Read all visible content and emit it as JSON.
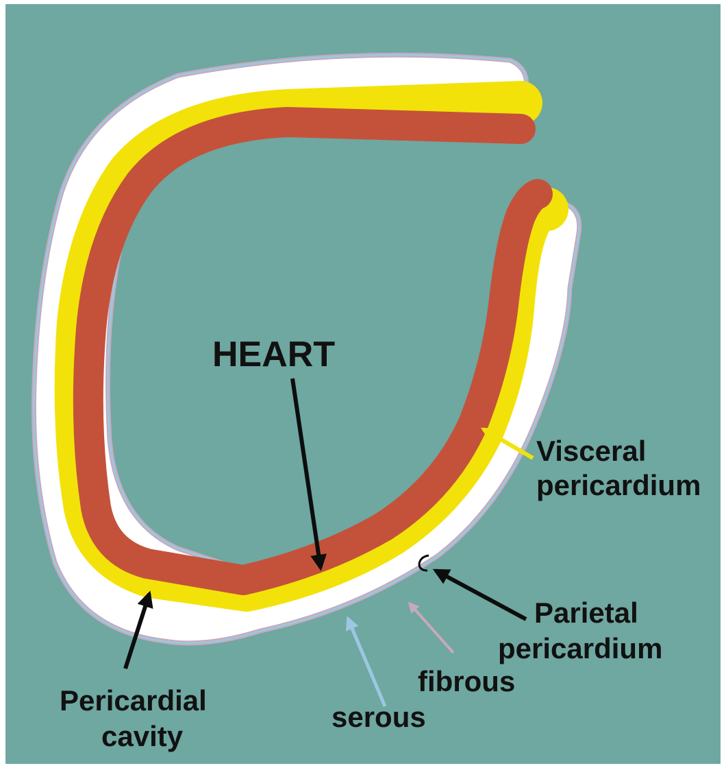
{
  "labels": {
    "heart": "HEART",
    "visceral_line1": "Visceral",
    "visceral_line2": "pericardium",
    "parietal_line1": "Parietal",
    "parietal_line2": "pericardium",
    "fibrous": "fibrous",
    "serous": "serous",
    "cavity_line1": "Pericardial",
    "cavity_line2": "cavity"
  },
  "colors": {
    "background": "#6fa7a1",
    "heart_wall": "#c4523a",
    "visceral_layer": "#f2e20a",
    "pericardial_cavity": "#ffffff",
    "serous_layer": "#9cc7e2",
    "fibrous_layer": "#c9a9b8",
    "arrow": "#0d0d0d",
    "text": "#111111"
  }
}
